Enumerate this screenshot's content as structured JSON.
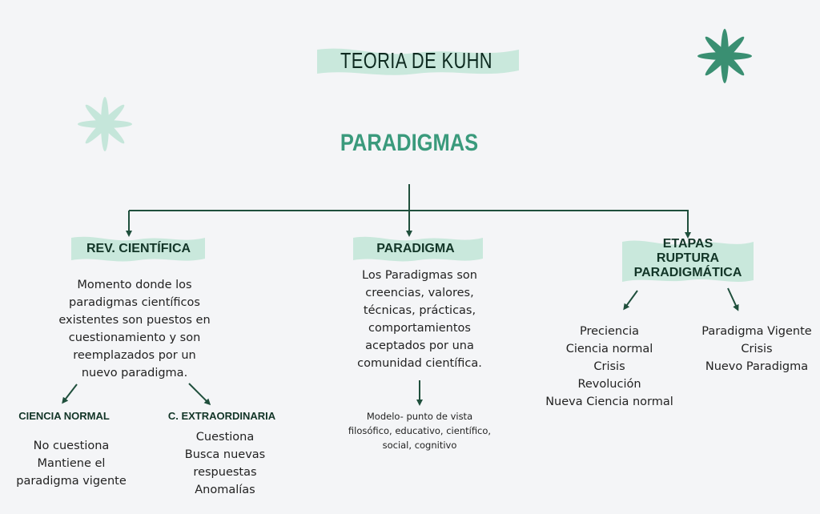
{
  "title": "TEORIA DE KUHN",
  "main_topic": "PARADIGMAS",
  "colors": {
    "background": "#f4f5f7",
    "accent": "#3a9a7c",
    "band": "#c9e8dc",
    "line": "#1f4f3c",
    "text": "#123527"
  },
  "branches": [
    {
      "heading": "REV. CIENTÍFICA",
      "description": [
        "Momento donde los",
        "paradigmas científicos",
        "existentes son puestos en",
        "cuestionamiento y son",
        "reemplazados por un",
        "nuevo paradigma."
      ],
      "children": [
        {
          "heading": "CIENCIA NORMAL",
          "items": [
            "No cuestiona",
            "Mantiene el",
            "paradigma vigente"
          ]
        },
        {
          "heading": "C. EXTRAORDINARIA",
          "items": [
            "Cuestiona",
            "Busca nuevas",
            "respuestas",
            "Anomalías"
          ]
        }
      ]
    },
    {
      "heading": "PARADIGMA",
      "description": [
        "Los Paradigmas son",
        "creencias, valores,",
        "técnicas, prácticas,",
        "comportamientos",
        "aceptados por una",
        "comunidad científica."
      ],
      "note": [
        "Modelo- punto de vista",
        "filosófico, educativo, científico,",
        "social, cognitivo"
      ]
    },
    {
      "heading": [
        "ETAPAS",
        "RUPTURA",
        "PARADIGMÁTICA"
      ],
      "lists": [
        [
          "Preciencia",
          "Ciencia normal",
          "Crisis",
          "Revolución",
          "Nueva Ciencia normal"
        ],
        [
          "Paradigma Vigente",
          "Crisis",
          "Nuevo Paradigma"
        ]
      ]
    }
  ]
}
